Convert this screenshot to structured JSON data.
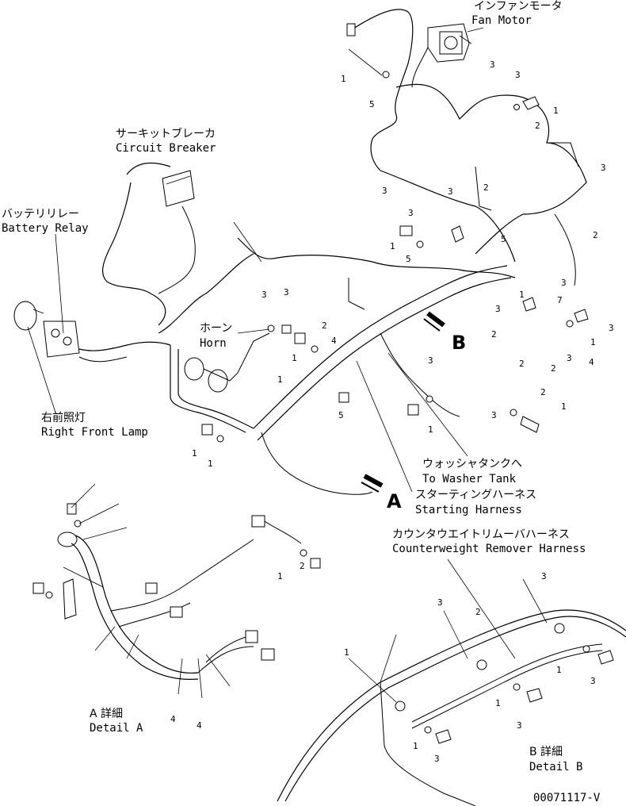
{
  "labels": {
    "fan_motor_jp": "インファンモータ",
    "fan_motor_en": "Fan Motor",
    "circuit_breaker_jp": "サーキットブレーカ",
    "circuit_breaker_en": "Circuit Breaker",
    "battery_relay_jp": "バッテリリレー",
    "battery_relay_en": "Battery Relay",
    "horn_jp": "ホーン",
    "horn_en": "Horn",
    "right_front_lamp_jp": "右前照灯",
    "right_front_lamp_en": "Right Front Lamp",
    "washer_tank_jp": "ウォッシャタンクへ",
    "washer_tank_en": "To Washer Tank",
    "starting_harness_jp": "スターティングハーネス",
    "starting_harness_en": "Starting Harness",
    "cw_remover_jp": "カウンタウエイトリムーバハーネス",
    "cw_remover_en": "Counterweight Remover Harness",
    "detail_a_jp": "A 詳細",
    "detail_a_en": "Detail A",
    "detail_b_jp": "B 詳細",
    "detail_b_en": "Detail B",
    "view_a": "A",
    "view_b": "B",
    "doc_code": "00071117-V"
  },
  "part_numbers": [
    "1",
    "5",
    "3",
    "3",
    "2",
    "1",
    "2",
    "3",
    "3",
    "1",
    "3",
    "2",
    "3",
    "5",
    "1",
    "3",
    "7",
    "3",
    "5",
    "3",
    "1",
    "2",
    "2",
    "2",
    "3",
    "4",
    "3",
    "2",
    "4",
    "1",
    "1",
    "2",
    "1",
    "3",
    "1",
    "3",
    "1",
    "1",
    "3",
    "5",
    "2",
    "1",
    "3",
    "2",
    "1",
    "1",
    "3",
    "3",
    "1",
    "3",
    "1",
    "3",
    "4",
    "4"
  ]
}
